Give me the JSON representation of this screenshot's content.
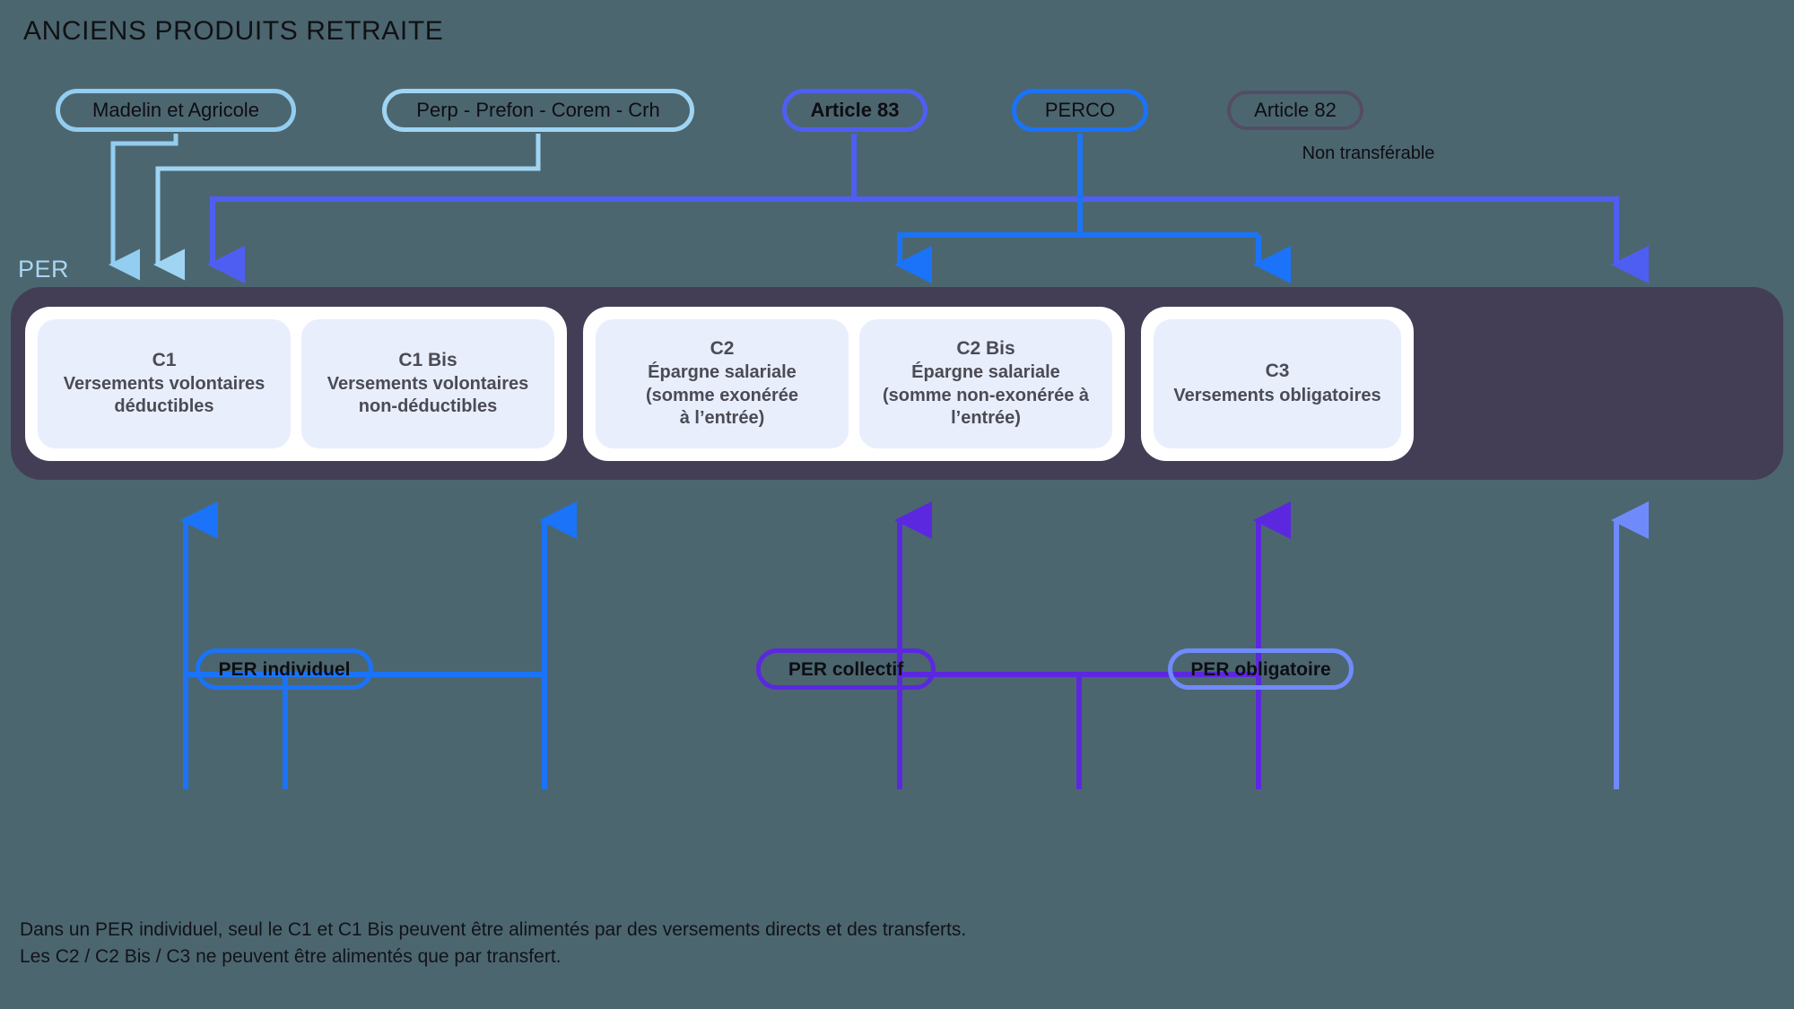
{
  "headline": "ANCIENS PRODUITS RETRAITE",
  "per_label": "PER",
  "legacy_products": [
    {
      "id": "madelin",
      "label": "Madelin et Agricole",
      "color": "#93cdf0"
    },
    {
      "id": "perp",
      "label": "Perp - Prefon - Corem - Crh",
      "color": "#9fd5f3"
    },
    {
      "id": "art83",
      "label": "Article 83",
      "color": "#4f5ef2"
    },
    {
      "id": "perco",
      "label": "PERCO",
      "color": "#1a73f8"
    },
    {
      "id": "art82",
      "label": "Article 82",
      "color": "#544d66",
      "note": "Non transférable"
    }
  ],
  "art82_note": "Non transférable",
  "per_container": {
    "background": "#433e55",
    "groups": [
      {
        "id": "per-individuel",
        "cards": [
          {
            "code": "C1",
            "line1": "Versements volontaires",
            "line2": "déductibles",
            "line3": "",
            "line4": ""
          },
          {
            "code": "C1 Bis",
            "line1": "Versements volontaires",
            "line2": "non-déductibles",
            "line3": "",
            "line4": ""
          }
        ]
      },
      {
        "id": "per-collectif",
        "cards": [
          {
            "code": "C2",
            "line1": "Épargne salariale",
            "line2": "(somme exonérée",
            "line3": "à l’entrée)",
            "line4": ""
          },
          {
            "code": "C2 Bis",
            "line1": "Épargne salariale",
            "line2": "(somme non-exonérée à",
            "line3": "l’entrée)",
            "line4": ""
          }
        ]
      },
      {
        "id": "per-obligatoire",
        "cards": [
          {
            "code": "C3",
            "line1": "Versements obligatoires",
            "line2": "",
            "line3": "",
            "line4": ""
          }
        ]
      }
    ]
  },
  "per_types": [
    {
      "id": "per-individuel",
      "label": "PER individuel",
      "color": "#1a73f8"
    },
    {
      "id": "per-collectif",
      "label": "PER collectif",
      "color": "#5b28e0"
    },
    {
      "id": "per-obligatoire",
      "label": "PER obligatoire",
      "color": "#6f8bfb"
    }
  ],
  "footnote": {
    "line1": "Dans un PER individuel, seul le C1 et C1 Bis peuvent être alimentés par des versements directs et des transferts.",
    "line2": "Les C2 / C2 Bis / C3 ne peuvent être alimentés que par transfert."
  },
  "colors": {
    "background": "#4c6670",
    "per_container": "#433e55",
    "card_fill": "#e8eefc",
    "card_text": "#4b4b55",
    "light_blue": "#9fd5f3",
    "bright_blue": "#1a73f8",
    "indigo": "#4f5ef2",
    "violet": "#5b28e0",
    "periwinkle": "#6f8bfb",
    "dark_purple": "#544d66",
    "per_label": "#a8d7f2"
  }
}
